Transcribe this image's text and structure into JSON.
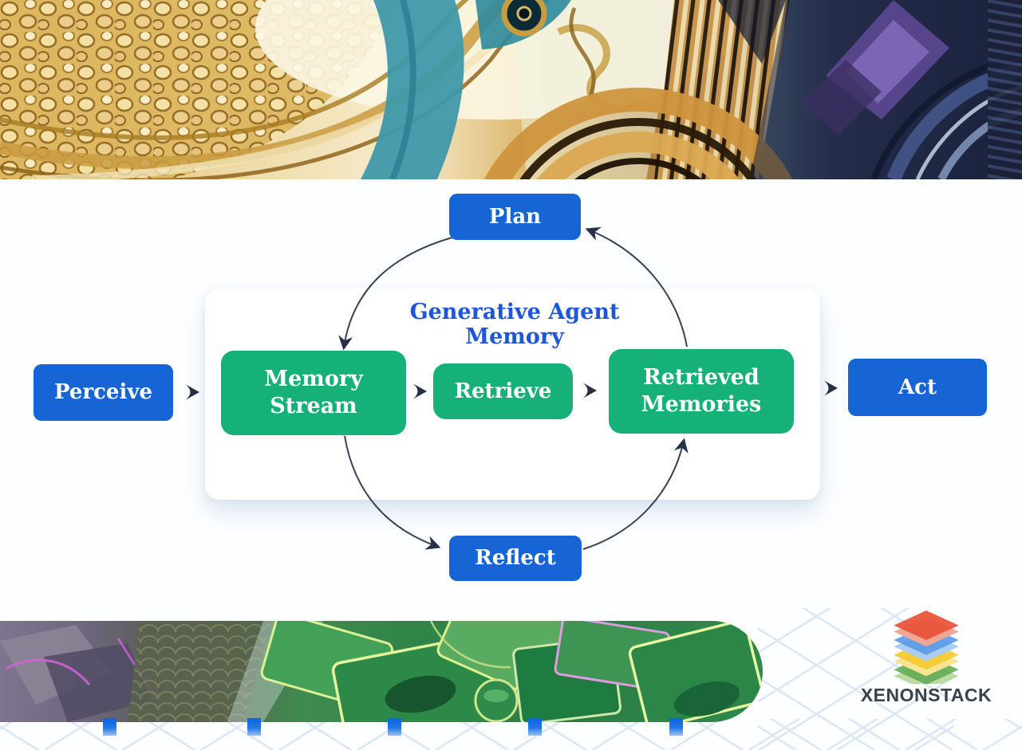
{
  "banner": {
    "description": "abstract generative AI artwork banner"
  },
  "diagram": {
    "card_title": "Generative Agent Memory",
    "nodes": {
      "plan": "Plan",
      "perceive": "Perceive",
      "memory_stream": "Memory Stream",
      "retrieve": "Retrieve",
      "retrieved_memories": "Retrieved Memories",
      "act": "Act",
      "reflect": "Reflect"
    },
    "flow_linear": [
      "Perceive",
      "Memory Stream",
      "Retrieve",
      "Retrieved Memories",
      "Act"
    ],
    "flow_cycle": [
      "Plan",
      "Memory Stream",
      "Reflect",
      "Retrieved Memories",
      "Plan"
    ],
    "colors": {
      "node_blue": "#1765d4",
      "node_green": "#16b179",
      "title_blue": "#1d56d9",
      "arrow_dark": "#2c3548"
    },
    "icons": {
      "flow_chevron": "❯",
      "cycle_arrow": "curved arrow"
    }
  },
  "footer": {
    "brand": "XENONSTACK",
    "logo_layer_colors": [
      "#e8472a",
      "#4b92e4",
      "#f4c41c",
      "#58a447"
    ],
    "accent_square_color": "#0a64e0",
    "pattern_line_color": "#dbe7f7"
  }
}
